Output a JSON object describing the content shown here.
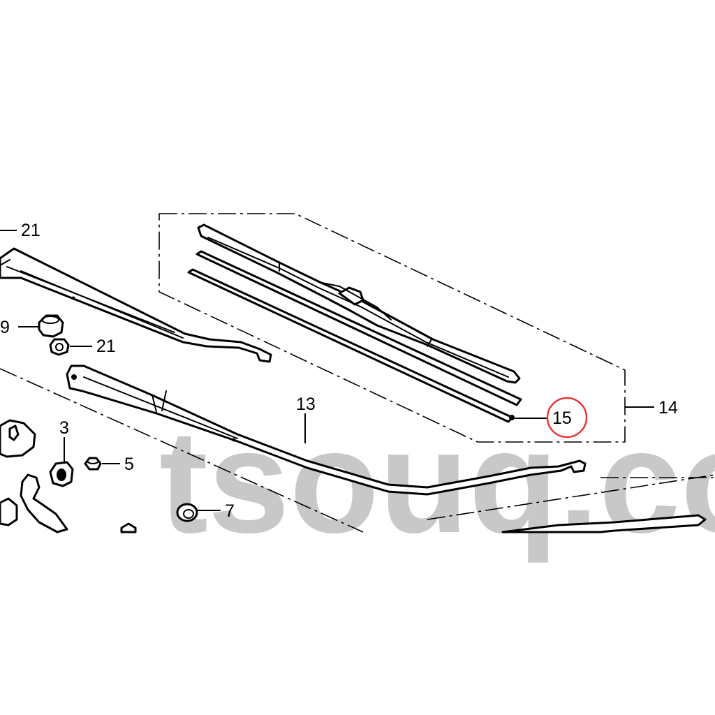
{
  "watermark": "tsouq.co",
  "callouts": {
    "c21_top": "21",
    "c9": "9",
    "c21_mid": "21",
    "c13": "13",
    "c14": "14",
    "c15": "15",
    "c3": "3",
    "c5": "5",
    "c7": "7"
  },
  "highlight": {
    "part": "15",
    "color": "#e53935"
  }
}
